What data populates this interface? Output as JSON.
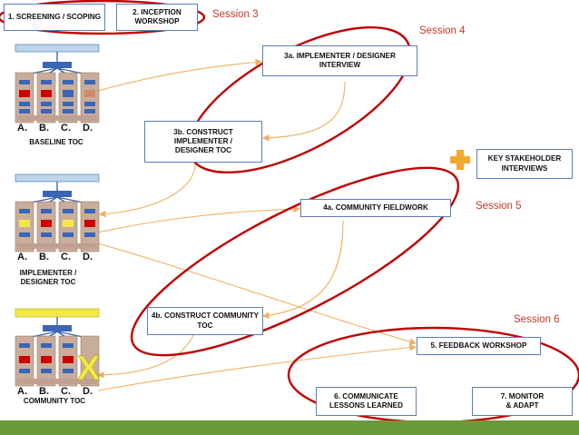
{
  "boxes": {
    "screening": "1. SCREENING / SCOPING",
    "inception": "2. INCEPTION WORKSHOP",
    "implementer_interview": "3a. IMPLEMENTER / DESIGNER INTERVIEW",
    "construct_implementer": "3b. CONSTRUCT IMPLEMENTER / DESIGNER TOC",
    "key_stakeholder": "KEY STAKEHOLDER INTERVIEWS",
    "community_fieldwork": "4a. COMMUNITY FIELDWORK",
    "construct_community": "4b. CONSTRUCT COMMUNITY TOC",
    "feedback": "5. FEEDBACK WORKSHOP",
    "communicate": "6. COMMUNICATE LESSONS LEARNED",
    "monitor": "7. MONITOR & ADAPT"
  },
  "sessions": {
    "s3": "Session 3",
    "s4": "Session 4",
    "s5": "Session 5",
    "s6": "Session 6"
  },
  "toc_labels": {
    "baseline": "BASELINE TOC",
    "implementer": "IMPLEMENTER / DESIGNER TOC",
    "community": "COMMUNITY TOC"
  },
  "toc_column_letters": [
    "A.",
    "B.",
    "C.",
    "D."
  ],
  "community_cross_mark": "X",
  "colors": {
    "box_border": "#5b7fb5",
    "ellipse": "#c00000",
    "arrow": "#f0b060",
    "session_text": "#c0392b",
    "ground": "#6a9a3a"
  }
}
